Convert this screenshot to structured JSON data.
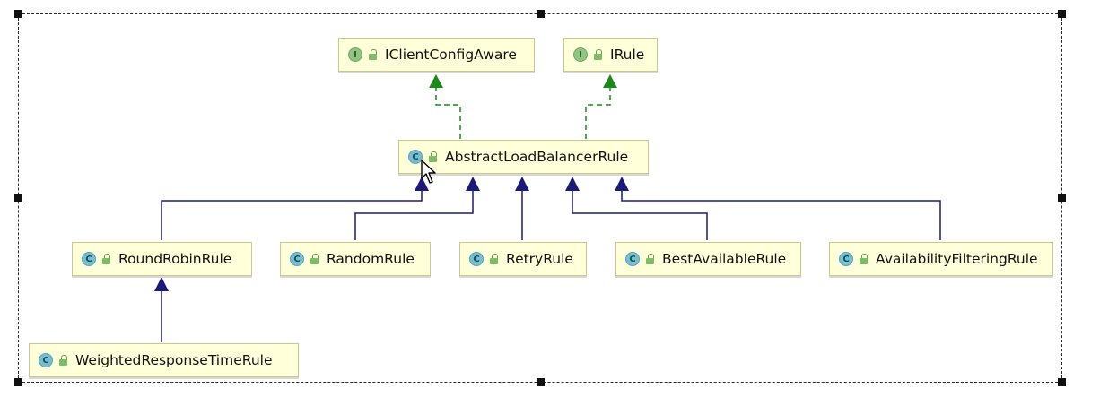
{
  "diagram": {
    "nodes": [
      {
        "id": "iclientconfigaware",
        "label": "IClientConfigAware",
        "kind": "interface",
        "badge": "I"
      },
      {
        "id": "irule",
        "label": "IRule",
        "kind": "interface",
        "badge": "I"
      },
      {
        "id": "abstractloadbalancerrule",
        "label": "AbstractLoadBalancerRule",
        "kind": "class",
        "badge": "C"
      },
      {
        "id": "roundrobinrule",
        "label": "RoundRobinRule",
        "kind": "class",
        "badge": "C"
      },
      {
        "id": "randomrule",
        "label": "RandomRule",
        "kind": "class",
        "badge": "C"
      },
      {
        "id": "retryrule",
        "label": "RetryRule",
        "kind": "class",
        "badge": "C"
      },
      {
        "id": "bestavailablerule",
        "label": "BestAvailableRule",
        "kind": "class",
        "badge": "C"
      },
      {
        "id": "availabilityfilteringrule",
        "label": "AvailabilityFilteringRule",
        "kind": "class",
        "badge": "C"
      },
      {
        "id": "weightedresponsetimerule",
        "label": "WeightedResponseTimeRule",
        "kind": "class",
        "badge": "C"
      }
    ],
    "edges": [
      {
        "from": "abstractloadbalancerrule",
        "to": "iclientconfigaware",
        "type": "implements"
      },
      {
        "from": "abstractloadbalancerrule",
        "to": "irule",
        "type": "implements"
      },
      {
        "from": "roundrobinrule",
        "to": "abstractloadbalancerrule",
        "type": "extends"
      },
      {
        "from": "randomrule",
        "to": "abstractloadbalancerrule",
        "type": "extends"
      },
      {
        "from": "retryrule",
        "to": "abstractloadbalancerrule",
        "type": "extends"
      },
      {
        "from": "bestavailablerule",
        "to": "abstractloadbalancerrule",
        "type": "extends"
      },
      {
        "from": "availabilityfilteringrule",
        "to": "abstractloadbalancerrule",
        "type": "extends"
      },
      {
        "from": "weightedresponsetimerule",
        "to": "roundrobinrule",
        "type": "extends"
      }
    ]
  },
  "colors": {
    "node_fill": "#ffffd9",
    "node_border": "#c9c98f",
    "class_badge": "#76bfd0",
    "interface_badge": "#8ec580",
    "extends_arrow": "#1a1a7a",
    "implements_arrow": "#1a8a1a",
    "selection_border": "#2a2a2a"
  }
}
